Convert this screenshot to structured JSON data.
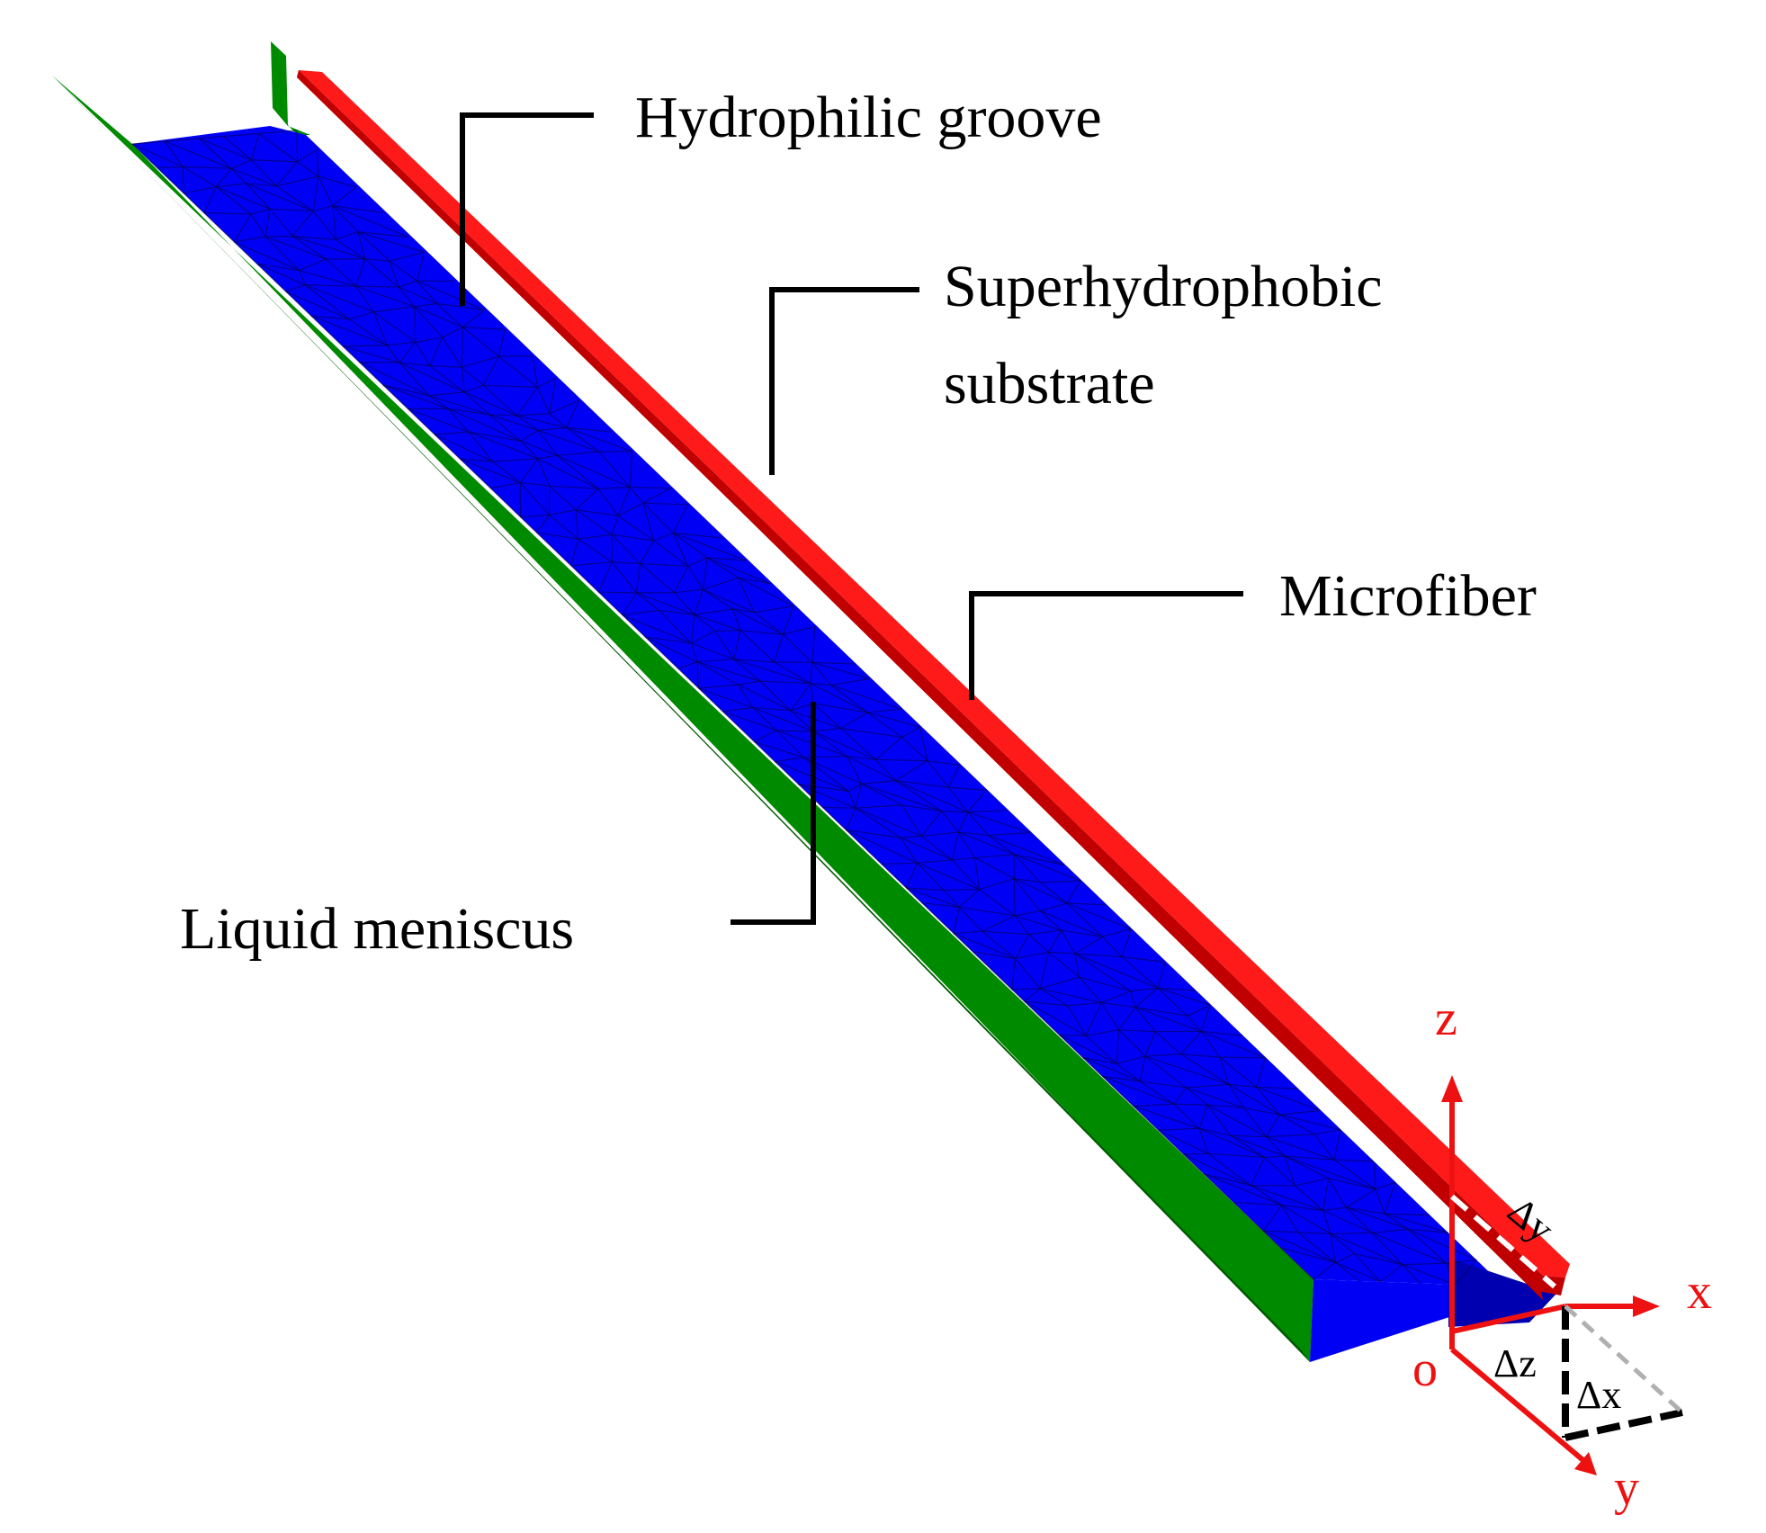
{
  "labels": {
    "hydrophilic_groove": "Hydrophilic groove",
    "superhydrophobic_line1": "Superhydrophobic",
    "superhydrophobic_line2": "substrate",
    "microfiber": "Microfiber",
    "liquid_meniscus": "Liquid meniscus"
  },
  "axes": {
    "x": "x",
    "y": "y",
    "z": "z",
    "origin": "o"
  },
  "dimensions": {
    "dx": "Δx",
    "dy": "Δy",
    "dz": "Δz"
  },
  "colors": {
    "substrate": "#008a00",
    "substrate_edge": "#005a00",
    "meniscus": "#0000f5",
    "meniscus_dark": "#0000b0",
    "fiber_top": "#ff1a1a",
    "fiber_side": "#c00000",
    "axis": "#ee1111",
    "text": "#000000"
  }
}
